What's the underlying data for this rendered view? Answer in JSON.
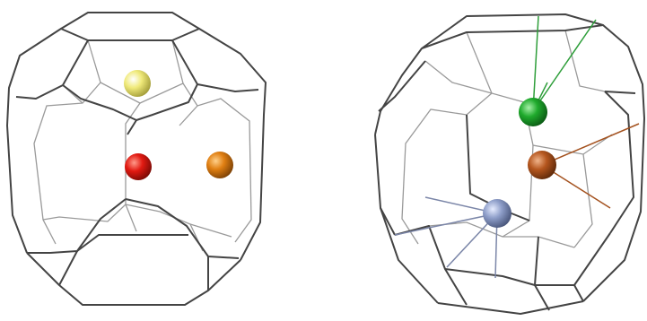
{
  "figure": {
    "panels": [
      {
        "id": "left-cage",
        "atoms": [
          {
            "name": "yellow-atom",
            "color": "#f0ea7a"
          },
          {
            "name": "red-atom",
            "color": "#e21a12"
          },
          {
            "name": "orange-atom",
            "color": "#e07f12"
          }
        ]
      },
      {
        "id": "right-cage",
        "atoms": [
          {
            "name": "green-atom",
            "color": "#1faa2c"
          },
          {
            "name": "brown-atom",
            "color": "#b5561e"
          },
          {
            "name": "blue-atom",
            "color": "#8e9ec9"
          }
        ]
      }
    ],
    "colors": {
      "cage_edge": "#444444",
      "cage_back_edge": "#9a9a9a",
      "green_bond": "#2e9e3a",
      "brown_bond": "#a4521f",
      "blue_bond": "#7b86a8"
    }
  }
}
